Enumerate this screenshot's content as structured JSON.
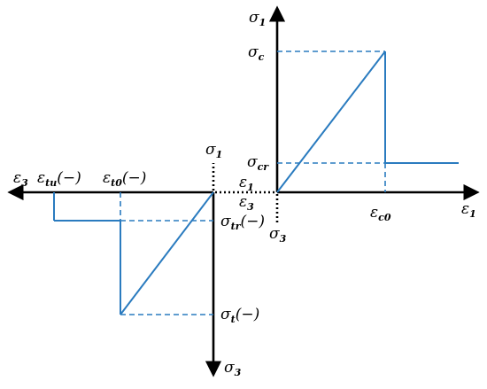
{
  "colors": {
    "curve": "#2a7bbf",
    "axis": "#000000"
  },
  "right_panel": {
    "y_axis_label": {
      "main": "σ",
      "sub": "1"
    },
    "x_axis_label": {
      "main": "ε",
      "sub": "1"
    },
    "origin_label": {
      "main": "σ",
      "sub": "3"
    },
    "peak_label": {
      "main": "σ",
      "sub": "c"
    },
    "residual_label": {
      "main": "σ",
      "sub": "cr"
    },
    "strain_label": {
      "main": "ε",
      "sub": "c0"
    }
  },
  "left_panel": {
    "up_axis_label": {
      "main": "σ",
      "sub": "1"
    },
    "down_axis_label": {
      "main": "σ",
      "sub": "3"
    },
    "left_axis_label": {
      "main": "ε",
      "sub": "3"
    },
    "ultimate_strain_label": {
      "main": "ε",
      "sub": "tu",
      "suffix": "(−)"
    },
    "peak_strain_label": {
      "main": "ε",
      "sub": "t0",
      "suffix": "(−)"
    },
    "residual_label": {
      "main": "σ",
      "sub": "tr",
      "suffix": "(−)"
    },
    "peak_label": {
      "main": "σ",
      "sub": "t",
      "suffix": "(−)"
    }
  },
  "connector": {
    "upper_label": {
      "main": "ε",
      "sub": "1"
    },
    "lower_label": {
      "main": "ε",
      "sub": "3"
    }
  }
}
